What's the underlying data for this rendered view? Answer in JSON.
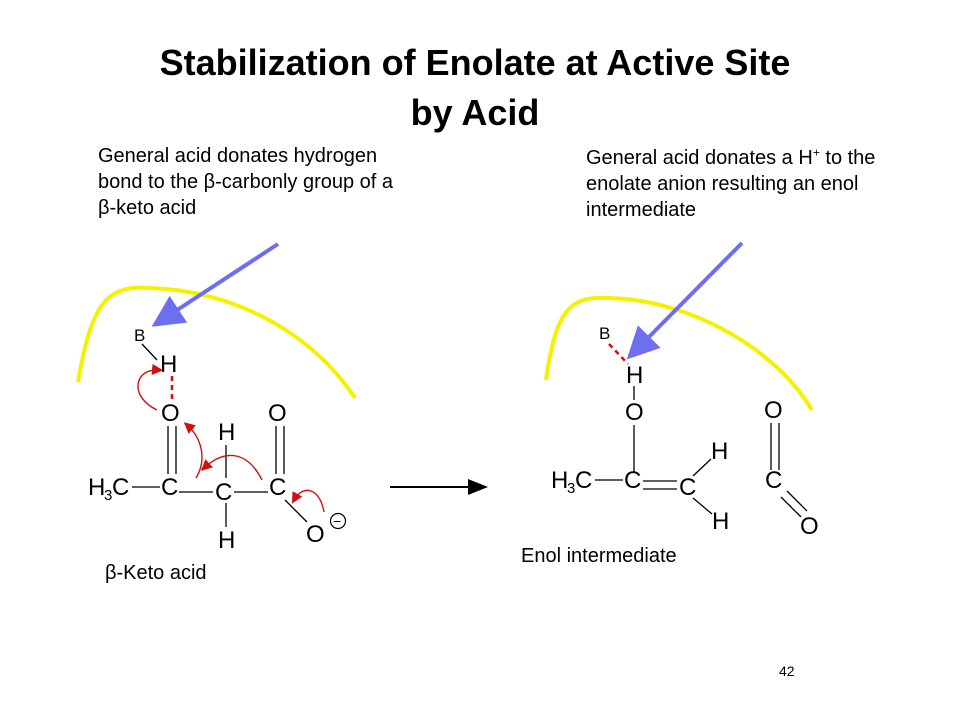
{
  "title_line1": "Stabilization of Enolate at Active Site",
  "title_line2": "by Acid",
  "note_left": "General acid donates hydrogen bond to the β-carbonly group of a β-keto acid",
  "note_right_pre": "General acid donates a H",
  "note_right_sup": "+",
  "note_right_post": " to the enolate anion resulting an enol intermediate",
  "caption_left": "β-Keto acid",
  "caption_right": "Enol intermediate",
  "page_number": "42",
  "atoms": {
    "H": "H",
    "O": "O",
    "C": "C",
    "B": "B",
    "H3C_H": "H",
    "H3C_sub": "3",
    "H3C_C": "C",
    "minus": "−"
  },
  "colors": {
    "enzyme_surface": "#f5f200",
    "pointer_arrow": "#6e6ef0",
    "electron_arrow": "#cc1111",
    "bond": "#000000"
  }
}
